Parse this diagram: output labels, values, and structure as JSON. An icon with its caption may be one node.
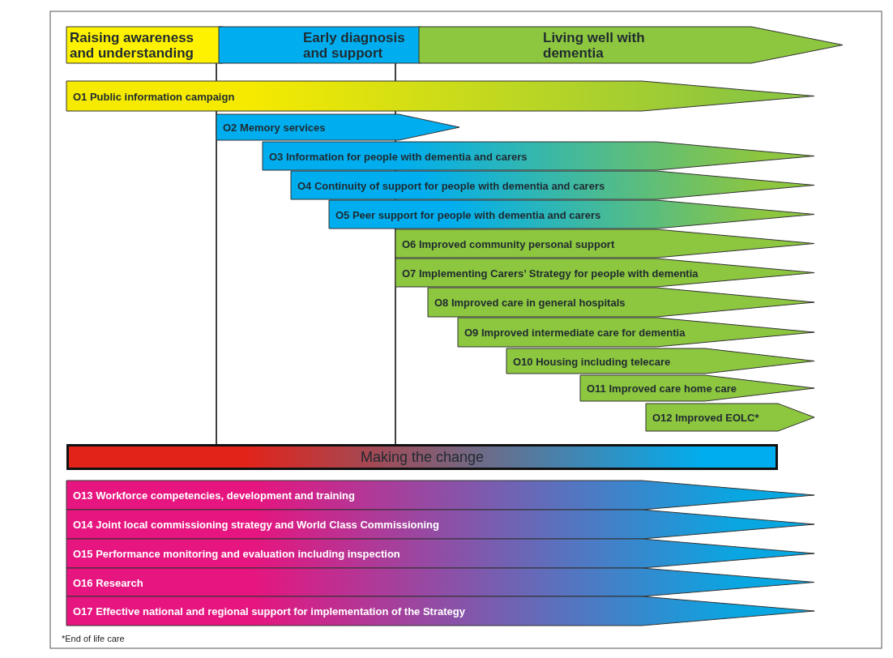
{
  "diagram": {
    "nodes": [
      {
        "text": [
          "Raising awareness and understanding"
        ]
      },
      {
        "text": [
          "Early diagnosis and support"
        ]
      },
      {
        "text": [
          "Living well with dementia"
        ]
      },
      {
        "text": [
          "O1 Public information campaign"
        ]
      },
      {
        "text": [
          "O2 Memory services"
        ]
      },
      {
        "text": [
          "O3 Information for people with dementia and carers"
        ]
      },
      {
        "text": [
          "O4 Continuity of support for people with dementia and carers"
        ]
      },
      {
        "text": [
          "O5 Peer support for people with dementia and carers"
        ]
      },
      {
        "text": [
          "O6 Improved community personal support"
        ]
      },
      {
        "text": [
          "O7 Implementing Carers’ Strategy for people with dementia"
        ]
      },
      {
        "text": [
          "O8 Improved care in general hospitals"
        ]
      },
      {
        "text": [
          "O9 Improved intermediate care for dementia"
        ]
      },
      {
        "text": [
          "O10 Housing including telecare"
        ]
      },
      {
        "text": [
          "O11 Improved care home care"
        ]
      },
      {
        "text": [
          "O12 Improved EOLC*"
        ]
      },
      {
        "text": [
          "Making the change"
        ]
      },
      {
        "text": [
          "O13 Workforce competencies, development and training"
        ]
      },
      {
        "text": [
          "O14 Joint local commissioning strategy and World Class Commissioning"
        ]
      },
      {
        "text": [
          "O15 Performance monitoring and evaluation including inspection"
        ]
      },
      {
        "text": [
          "O16 Research"
        ]
      },
      {
        "text": [
          "O17 Effective national and regional support for implementation of the Strategy"
        ]
      }
    ],
    "edges": [],
    "labels": [
      "*End of life care"
    ]
  }
}
